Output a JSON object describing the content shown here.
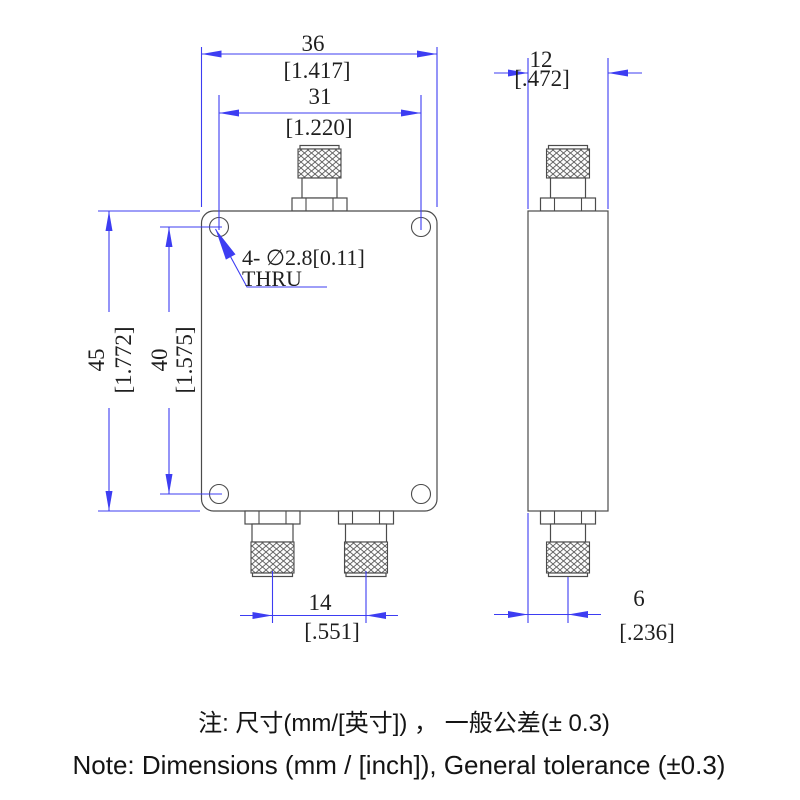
{
  "drawing_type": "2-way power divider outline drawing, front and side views",
  "colors": {
    "dimension_blue": "#3d3df2",
    "outline_gray": "#4b4b4b",
    "text_black": "#1f1f1f"
  },
  "dimensions": {
    "body_width": {
      "mm": "36",
      "inch": "[1.417]"
    },
    "hole_span_x": {
      "mm": "31",
      "inch": "[1.220]"
    },
    "body_depth": {
      "mm": "12",
      "inch": "[.472]"
    },
    "body_height": {
      "mm": "45",
      "inch": "[1.772]"
    },
    "hole_span_y": {
      "mm": "40",
      "inch": "[1.575]"
    },
    "port_spacing": {
      "mm": "14",
      "inch": "[.551]"
    },
    "port_offset": {
      "mm": "6",
      "inch": "[.236]"
    }
  },
  "callout": {
    "line1": "4- ∅2.8[0.11]",
    "line2": "THRU"
  },
  "notes": {
    "cn": "注: 尺寸(mm/[英寸]) ， 一般公差(± 0.3)",
    "en": "Note: Dimensions (mm / [inch]), General tolerance (±0.3)"
  }
}
